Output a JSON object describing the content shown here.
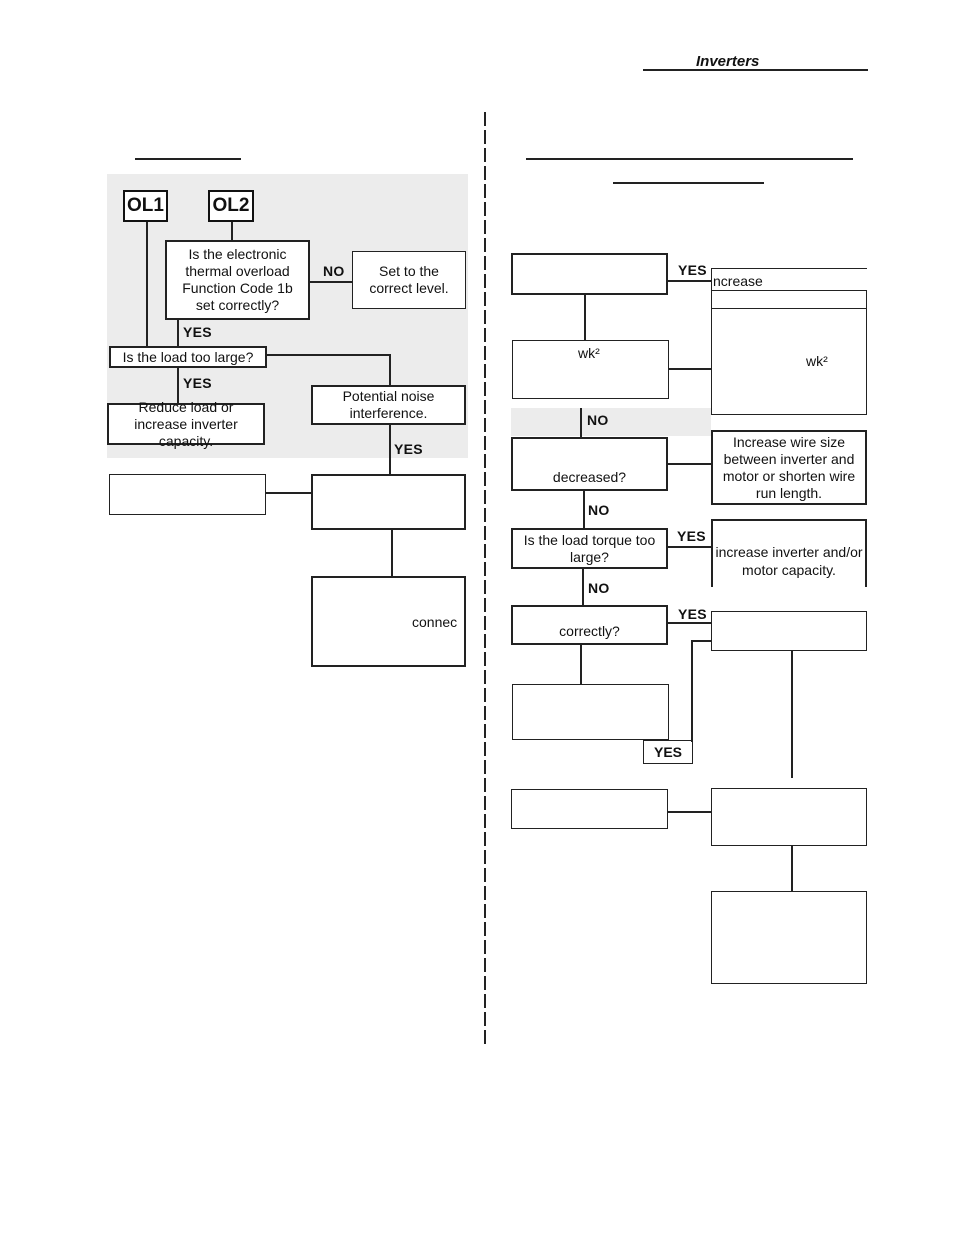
{
  "header": {
    "title": "Inverters"
  },
  "left": {
    "tags": {
      "ol1": "OL1",
      "ol2": "OL2"
    },
    "q_thermal": "Is the electronic thermal overload Function Code 1b set correctly?",
    "set_correct": "Set to the correct level.",
    "q_load_large": "Is the load too large?",
    "reduce_load": "Reduce load or increase inverter capacity.",
    "noise": "Potential noise interference.",
    "no": "NO",
    "yes1": "YES",
    "yes2": "YES",
    "yes3": "YES",
    "connec": "connec"
  },
  "right": {
    "yes_a": "YES",
    "increase_partial": "ncrease",
    "wk2_left": "wk²",
    "wk2_right": "wk²",
    "no_a": "NO",
    "decreased": "decreased?",
    "wire_size": "Increase wire size between inverter and motor or shorten wire run length.",
    "no_b": "NO",
    "q_load_torque": "Is the load torque too large?",
    "yes_b": "YES",
    "increase_capacity": "increase inverter and/or motor capacity.",
    "no_c": "NO",
    "correctly": "correctly?",
    "yes_c": "YES",
    "yes_d": "YES"
  }
}
